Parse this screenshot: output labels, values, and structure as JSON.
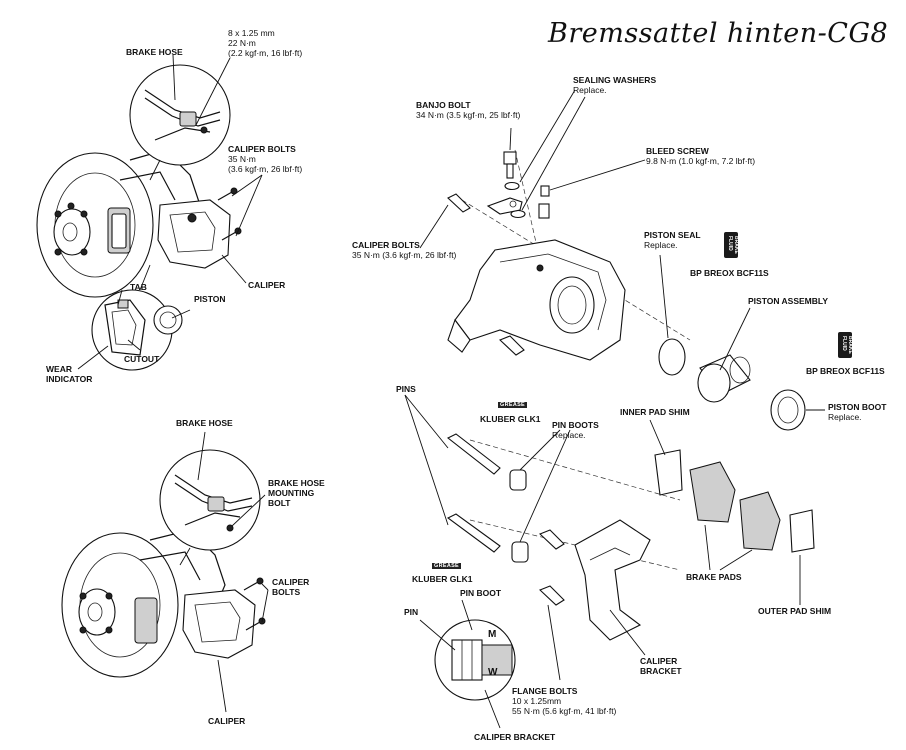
{
  "title": "Bremssattel hinten-CG8",
  "labels": {
    "tl_banjo_spec": [
      "8 x 1.25 mm",
      "22 N·m",
      "(2.2 kgf·m, 16 lbf·ft)"
    ],
    "tl_brake_hose": "BRAKE HOSE",
    "tl_caliper_bolts": "CALIPER BOLTS",
    "tl_caliper_bolts_spec": [
      "35 N·m",
      "(3.6 kgf·m, 26 lbf·ft)"
    ],
    "tl_caliper": "CALIPER",
    "tl_tab": "TAB",
    "tl_piston": "PISTON",
    "tl_cutout": "CUTOUT",
    "tl_wear_indicator": [
      "WEAR",
      "INDICATOR"
    ],
    "bl_brake_hose": "BRAKE HOSE",
    "bl_hose_bolt": [
      "BRAKE HOSE",
      "MOUNTING",
      "BOLT"
    ],
    "bl_caliper_bolts": [
      "CALIPER",
      "BOLTS"
    ],
    "bl_caliper": "CALIPER",
    "sealing_washers": "SEALING WASHERS",
    "sealing_washers_note": "Replace.",
    "banjo_bolt": "BANJO BOLT",
    "banjo_bolt_spec": "34 N·m (3.5 kgf·m, 25 lbf·ft)",
    "bleed_screw": "BLEED SCREW",
    "bleed_screw_spec": "9.8 N·m (1.0 kgf·m, 7.2 lbf·ft)",
    "caliper_bolts": "CALIPER BOLTS",
    "caliper_bolts_spec": "35 N·m (3.6 kgf·m, 26 lbf·ft)",
    "piston_seal": "PISTON SEAL",
    "piston_seal_note": "Replace.",
    "bp_breox_1": "BP BREOX BCF11S",
    "piston_assembly": "PISTON ASSEMBLY",
    "bp_breox_2": "BP BREOX BCF11S",
    "piston_boot": "PISTON BOOT",
    "piston_boot_note": "Replace.",
    "pins": "PINS",
    "kluber_1": "KLUBER GLK1",
    "pin_boots": "PIN BOOTS",
    "pin_boots_note": "Replace.",
    "inner_pad_shim": "INNER PAD SHIM",
    "brake_pads": "BRAKE PADS",
    "outer_pad_shim": "OUTER PAD SHIM",
    "kluber_2": "KLUBER GLK1",
    "pin_boot": "PIN BOOT",
    "pin": "PIN",
    "caliper_bracket_1": [
      "CALIPER",
      "BRACKET"
    ],
    "flange_bolts": "FLANGE BOLTS",
    "flange_bolts_spec": [
      "10 x 1.25mm",
      "55 N·m (5.6 kgf·m, 41 lbf·ft)"
    ],
    "caliper_bracket_2": "CALIPER BRACKET",
    "grease_tag": "GREASE",
    "bottle_tag": "BRAKE FLUID",
    "inset_letters": [
      "M",
      "W"
    ]
  }
}
